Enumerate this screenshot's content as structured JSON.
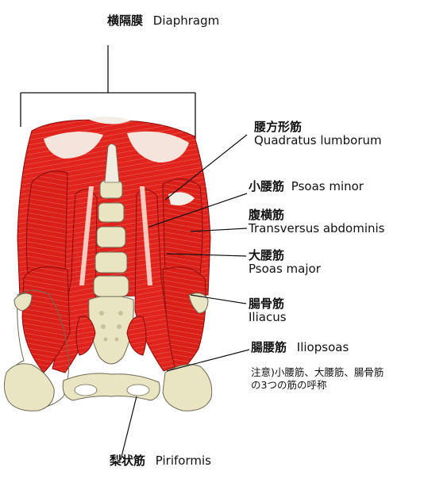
{
  "colors": {
    "muscle": "#e0231c",
    "muscle_dark": "#a80f0c",
    "muscle_light": "#f27a6d",
    "bone": "#e9e4c2",
    "bone_shade": "#c9c19a",
    "bone_outline": "#6e6a55",
    "leader_line": "#111111"
  },
  "labels": {
    "diaphragm": {
      "jp": "横隔膜",
      "en": "Diaphragm"
    },
    "quadratus": {
      "jp": "腰方形筋",
      "en": "Quadratus lumborum"
    },
    "psoas_minor": {
      "jp": "小腰筋",
      "en": "Psoas minor"
    },
    "transversus": {
      "jp": "腹横筋",
      "en": "Transversus abdominis"
    },
    "psoas_major": {
      "jp": "大腰筋",
      "en": "Psoas major"
    },
    "iliacus": {
      "jp": "腸骨筋",
      "en": "Iliacus"
    },
    "iliopsoas": {
      "jp": "腸腰筋",
      "en": "Iliopsoas"
    },
    "note_line1": "注意)小腰筋、大腰筋、腸骨筋",
    "note_line2": "の3つの筋の呼称",
    "piriformis": {
      "jp": "梨状筋",
      "en": "Piriformis"
    }
  }
}
